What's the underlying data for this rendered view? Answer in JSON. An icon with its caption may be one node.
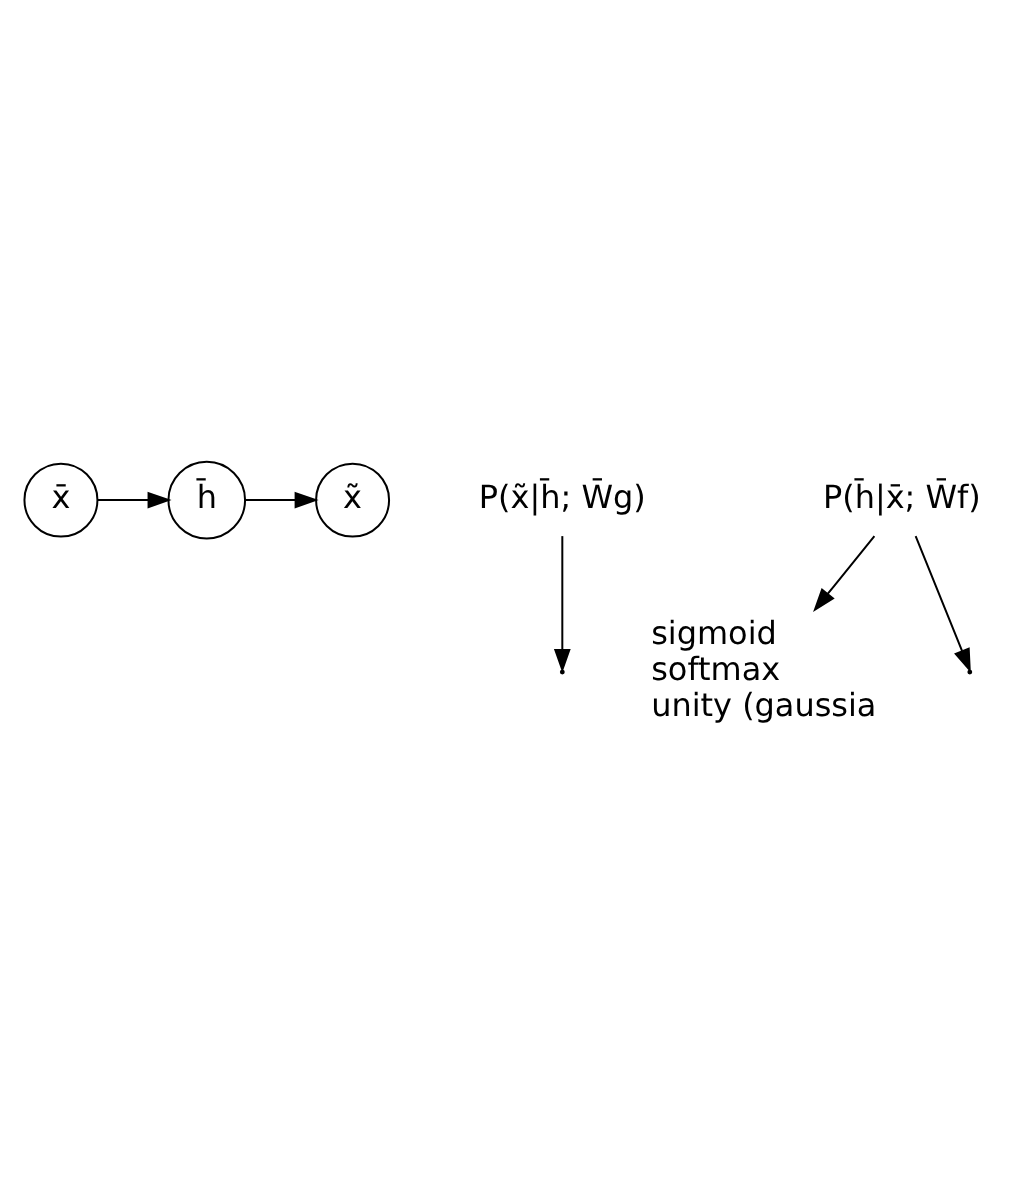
{
  "diagram": {
    "nodes": [
      {
        "text": [
          "x̄"
        ]
      },
      {
        "text": [
          "h̄"
        ]
      },
      {
        "text": [
          "x̃"
        ]
      },
      {
        "text": [
          "P(x̃|h̄; W̄g)"
        ]
      },
      {
        "text": [
          "P(h̄|x̄; W̄f)"
        ]
      },
      {
        "text": [
          "sigmoid",
          "softmax",
          "unity (gaussia"
        ]
      }
    ],
    "edges": [
      {
        "from": 0,
        "to": 1,
        "arrow": "to"
      },
      {
        "from": 1,
        "to": 2,
        "arrow": "to"
      },
      {
        "from": 3,
        "to": null,
        "arrow": "to"
      },
      {
        "from": 4,
        "to": null,
        "arrow": "to"
      },
      {
        "from": 4,
        "to": 5,
        "arrow": "to"
      }
    ]
  }
}
